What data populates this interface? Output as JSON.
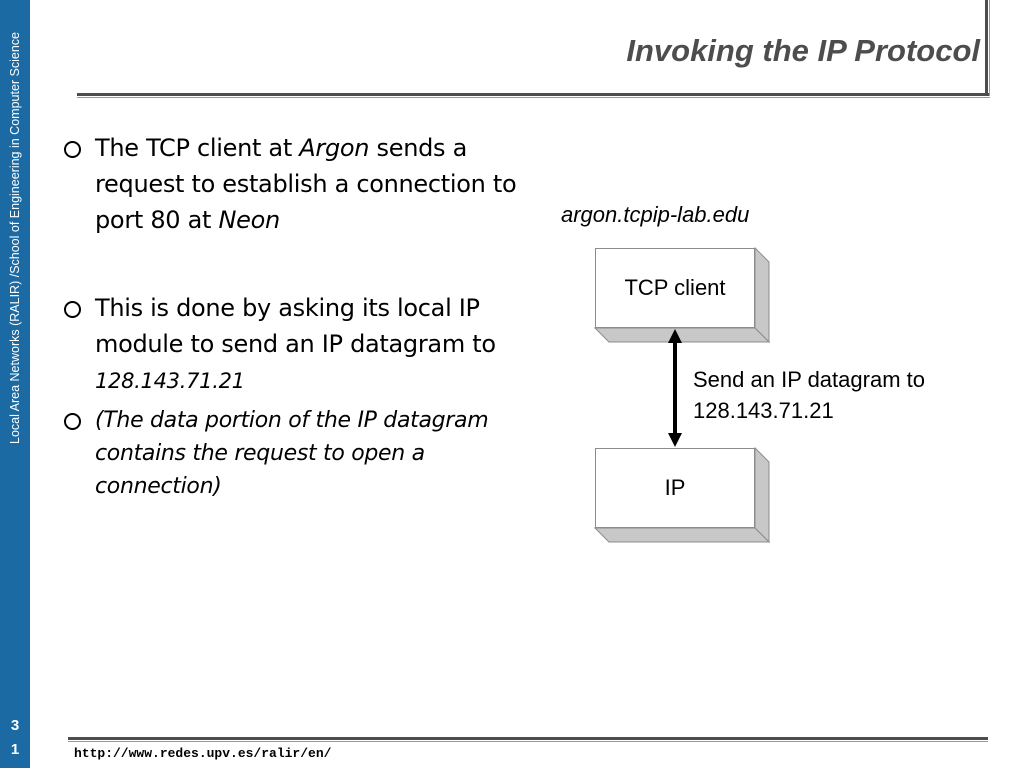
{
  "sidebar": {
    "vertical_text": "Local Area Networks (RALIR) /School of Engineering in Computer Science",
    "page_number_top": "3",
    "page_number_bottom": "1",
    "color": "#1b6aa3"
  },
  "slide": {
    "title": "Invoking the IP Protocol"
  },
  "bullets": [
    {
      "parts": [
        "The TCP client at ",
        "Argon",
        " sends a request to establish a connection to port 80 at ",
        "Neon"
      ]
    },
    {
      "parts": [
        "This is done by asking its local IP module to send an IP datagram to ",
        "128.143.71.21"
      ]
    },
    {
      "text": "(The data portion of the IP datagram contains the request to open a connection)"
    }
  ],
  "diagram": {
    "host_label": "argon.tcpip-lab.edu",
    "top_box": "TCP client",
    "bottom_box": "IP",
    "arrow_label_line1": "Send an IP datagram to",
    "arrow_label_line2": "128.143.71.21"
  },
  "footer": {
    "url": "http://www.redes.upv.es/ralir/en/"
  }
}
